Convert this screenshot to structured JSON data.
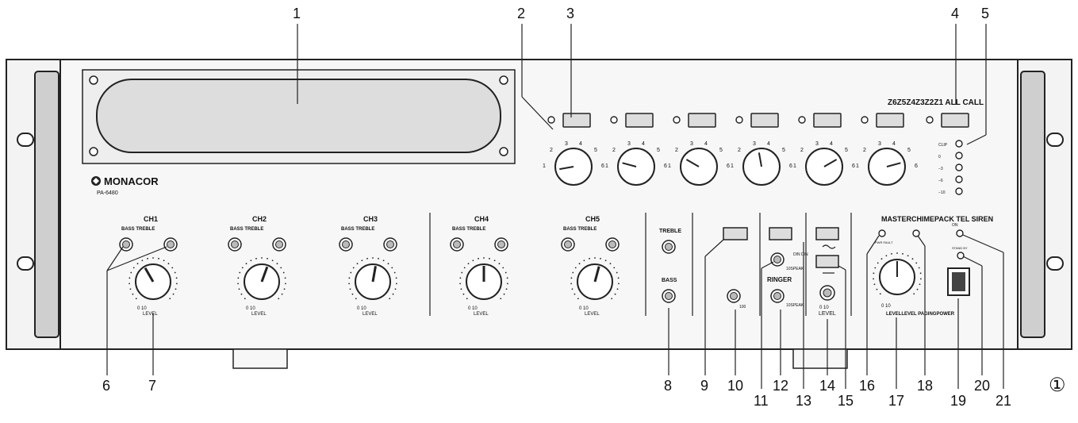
{
  "brand": {
    "name": "MONACOR",
    "model": "PA-6480"
  },
  "zone_header": "Z6Z5Z4Z3Z2Z1 ALL CALL",
  "selector_scale": [
    "1",
    "2",
    "3",
    "4",
    "5",
    "6"
  ],
  "meter_labels": [
    "CLIP",
    "0",
    "−3",
    "−6",
    "−10"
  ],
  "channels": [
    {
      "name": "CH1",
      "controls": "BASS TREBLE",
      "scale": "0 10",
      "level": "LEVEL"
    },
    {
      "name": "CH2",
      "controls": "BASS TREBLE",
      "scale": "0 10",
      "level": "LEVEL"
    },
    {
      "name": "CH3",
      "controls": "BASS TREBLE",
      "scale": "0 10",
      "level": "LEVEL"
    },
    {
      "name": "CH4",
      "controls": "BASS TREBLE",
      "scale": "0 10",
      "level": "LEVEL"
    },
    {
      "name": "CH5",
      "controls": "BASS TREBLE",
      "scale": "0 10",
      "level": "LEVEL"
    }
  ],
  "master": {
    "treble": "TREBLE",
    "bass": "BASS",
    "header": "MASTERCHIMEPACK TEL SIREN",
    "bottom": "LEVELLEVEL PAGINGPOWER",
    "scale": "0 10",
    "pack_level": "LEVEL",
    "ringer": "RINGER",
    "trimmer": "100",
    "din_small": "DIN\nDIN",
    "ten_speak": "10SPEAK",
    "pwr_fault": "PWR FAULT",
    "on": "ON",
    "standby": "STAND BY"
  },
  "figure_mark": "①",
  "callouts": [
    "1",
    "2",
    "3",
    "4",
    "5",
    "6",
    "7",
    "8",
    "9",
    "10",
    "11",
    "12",
    "13",
    "14",
    "15",
    "16",
    "17",
    "18",
    "19",
    "20",
    "21"
  ]
}
